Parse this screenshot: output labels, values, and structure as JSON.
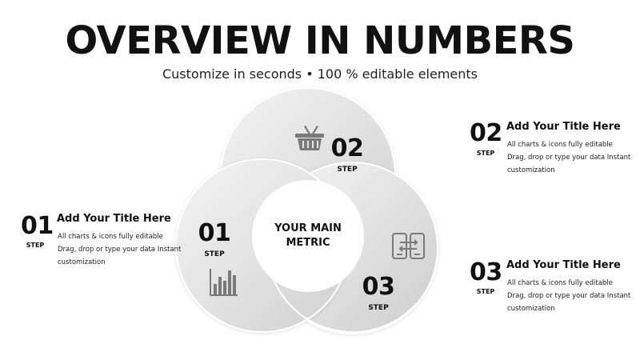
{
  "header": {
    "title": "OVERVIEW IN NUMBERS",
    "subtitle": "Customize in seconds • 100 % editable elements"
  },
  "center": {
    "line1": "YOUR MAIN",
    "line2": "METRIC"
  },
  "circles": [
    {
      "number": "01",
      "step": "STEP",
      "icon": "bar-chart-icon"
    },
    {
      "number": "02",
      "step": "STEP",
      "icon": "shopping-basket-icon"
    },
    {
      "number": "03",
      "step": "STEP",
      "icon": "phone-sync-icon"
    }
  ],
  "steps": [
    {
      "number": "01",
      "step": "STEP",
      "title": "Add Your Title Here",
      "desc": [
        "All charts & icons fully editable",
        "Drag, drop or type your data Instant",
        "customization"
      ]
    },
    {
      "number": "02",
      "step": "STEP",
      "title": "Add Your Title Here",
      "desc": [
        "All charts & icons fully editable",
        "Drag, drop or type your data Instant",
        "customization"
      ]
    },
    {
      "number": "03",
      "step": "STEP",
      "title": "Add Your Title Here",
      "desc": [
        "All charts & icons fully editable",
        "Drag, drop or type your data Instant",
        "customization"
      ]
    }
  ],
  "colors": {
    "circle_fill_light": "#f2f2f2",
    "circle_fill_dark": "#d4d4d4",
    "circle_stroke": "#ffffff",
    "icon": "#7a7a7a",
    "text": "#111111"
  }
}
